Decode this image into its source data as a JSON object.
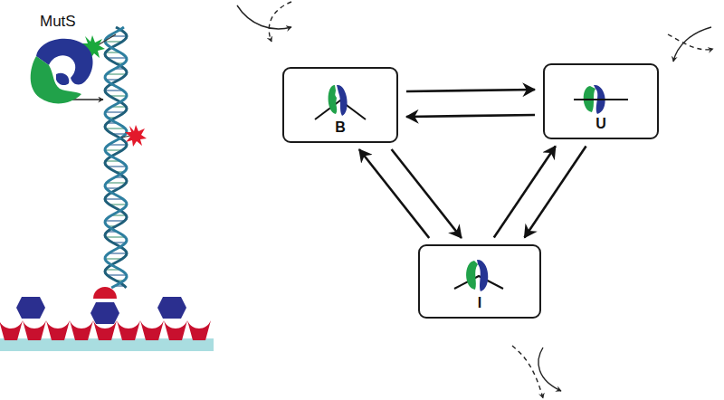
{
  "diagram": {
    "nodes": [
      {
        "text": [
          "B"
        ]
      },
      {
        "text": [
          "U"
        ]
      },
      {
        "text": [
          "I"
        ]
      }
    ],
    "edges": [
      {
        "from": 0,
        "to": 1,
        "arrow": "to"
      },
      {
        "from": 1,
        "to": 0,
        "arrow": "to"
      },
      {
        "from": 0,
        "to": 2,
        "arrow": "to"
      },
      {
        "from": 2,
        "to": 0,
        "arrow": "to"
      },
      {
        "from": 1,
        "to": 2,
        "arrow": "to"
      },
      {
        "from": 2,
        "to": 1,
        "arrow": "to"
      }
    ],
    "labels": [
      "MutS"
    ]
  }
}
